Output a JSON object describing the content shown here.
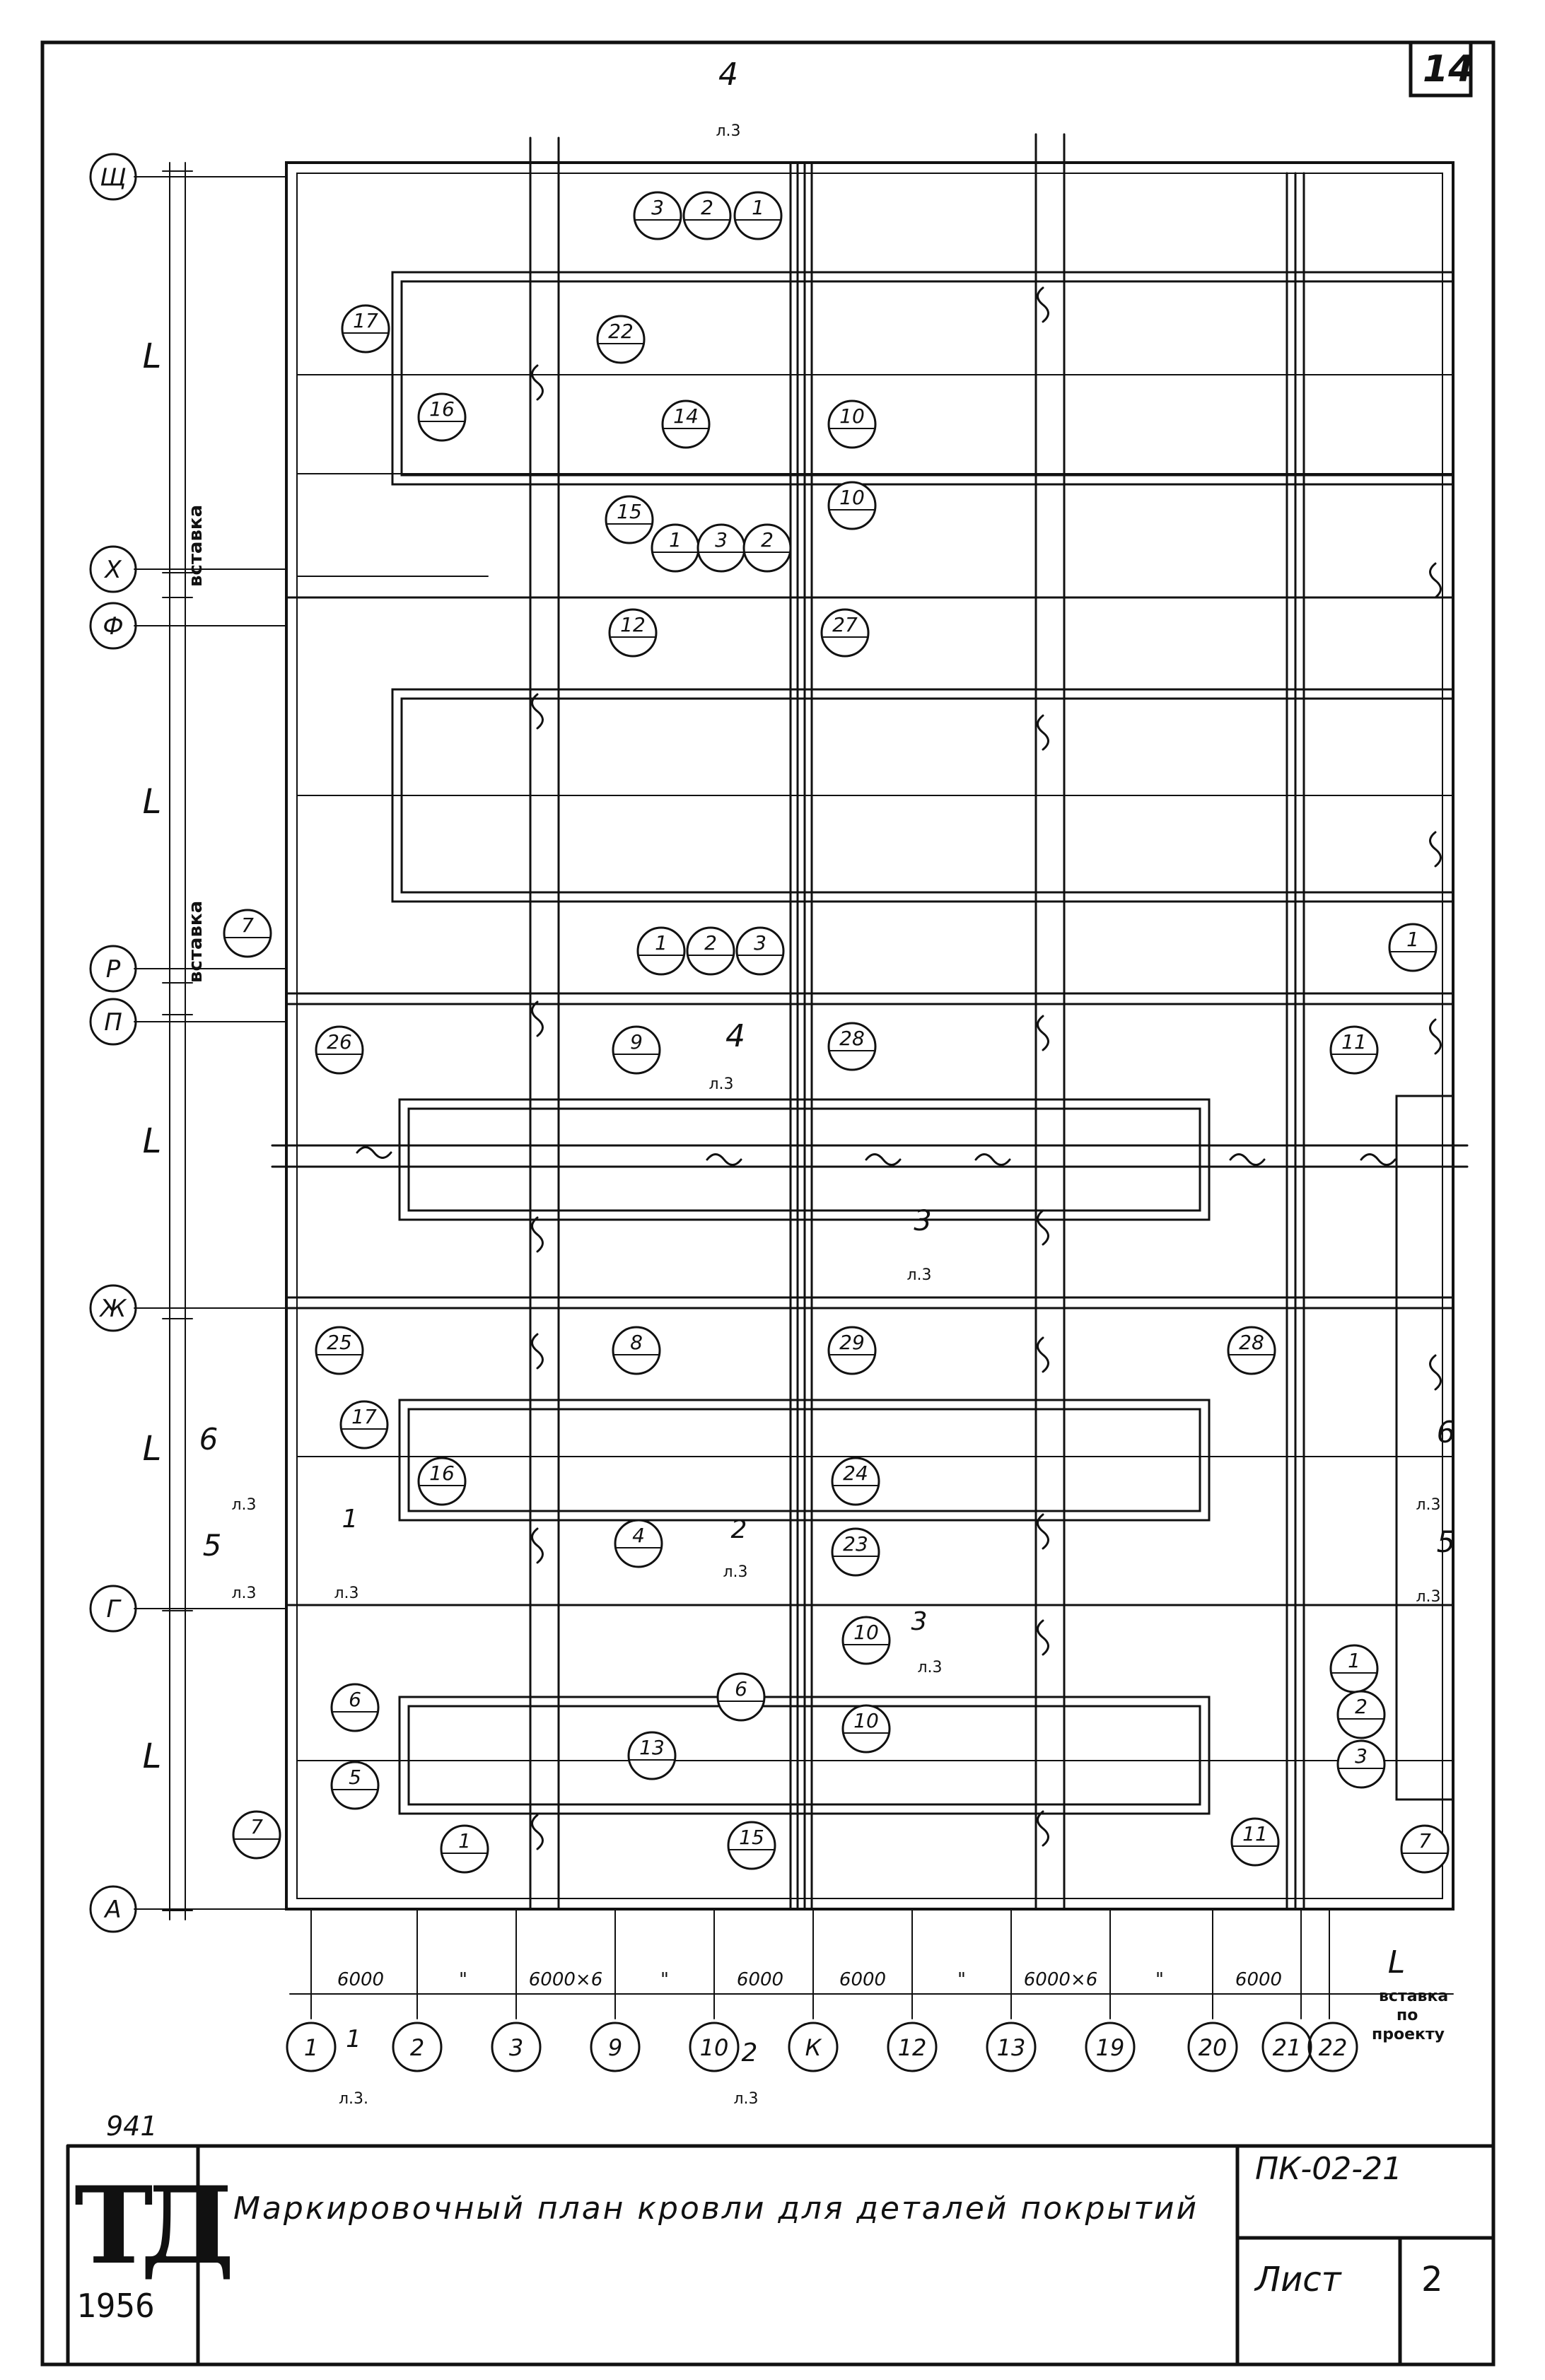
{
  "page_number": "14",
  "archive_number": "941",
  "title_block": {
    "logo": "ТД",
    "year": "1956",
    "title": "Маркировочный план кровли для деталей покрытий",
    "code": "ПК-02-21",
    "sheet_label": "Лист",
    "sheet_number": "2"
  },
  "row_axes": [
    "Щ",
    "Х",
    "Ф",
    "Р",
    "П",
    "Ж",
    "Г",
    "А"
  ],
  "column_axes": [
    "1",
    "2",
    "3",
    "9",
    "10",
    "К",
    "12",
    "13",
    "19",
    "20",
    "21",
    "22"
  ],
  "span_labels": [
    "L",
    "L",
    "L",
    "L",
    "L"
  ],
  "insert_labels": [
    "вставка",
    "вставка"
  ],
  "dimension_labels": [
    "6000",
    "\"",
    "6000×6",
    "\"",
    "6000",
    "6000",
    "\"",
    "6000×6",
    "\"",
    "6000",
    "L"
  ],
  "insert_note": [
    "вставка",
    "по",
    "проекту"
  ],
  "section_marks": [
    {
      "num": "4",
      "sheet": "л.3"
    },
    {
      "num": "4",
      "sheet": "л.3"
    },
    {
      "num": "3",
      "sheet": "л.3"
    },
    {
      "num": "6",
      "sheet": "л.3"
    },
    {
      "num": "5",
      "sheet": "л.3"
    },
    {
      "num": "1",
      "sheet": "л.3"
    },
    {
      "num": "2",
      "sheet": "л.3"
    },
    {
      "num": "3",
      "sheet": "л.3"
    },
    {
      "num": "6",
      "sheet": "л.3"
    },
    {
      "num": "5",
      "sheet": "л.3"
    },
    {
      "num": "1",
      "sheet": "л.3."
    },
    {
      "num": "2",
      "sheet": "л.3"
    }
  ],
  "part_marks": [
    "3",
    "2",
    "1",
    "17",
    "22",
    "16",
    "14",
    "10",
    "15",
    "1",
    "3",
    "2",
    "10",
    "12",
    "27",
    "7",
    "1",
    "2",
    "3",
    "1",
    "9",
    "26",
    "28",
    "11",
    "25",
    "8",
    "29",
    "28",
    "17",
    "16",
    "24",
    "23",
    "4",
    "10",
    "6",
    "10",
    "6",
    "13",
    "5",
    "7",
    "15",
    "1",
    "11",
    "7",
    "1",
    "2",
    "3"
  ]
}
